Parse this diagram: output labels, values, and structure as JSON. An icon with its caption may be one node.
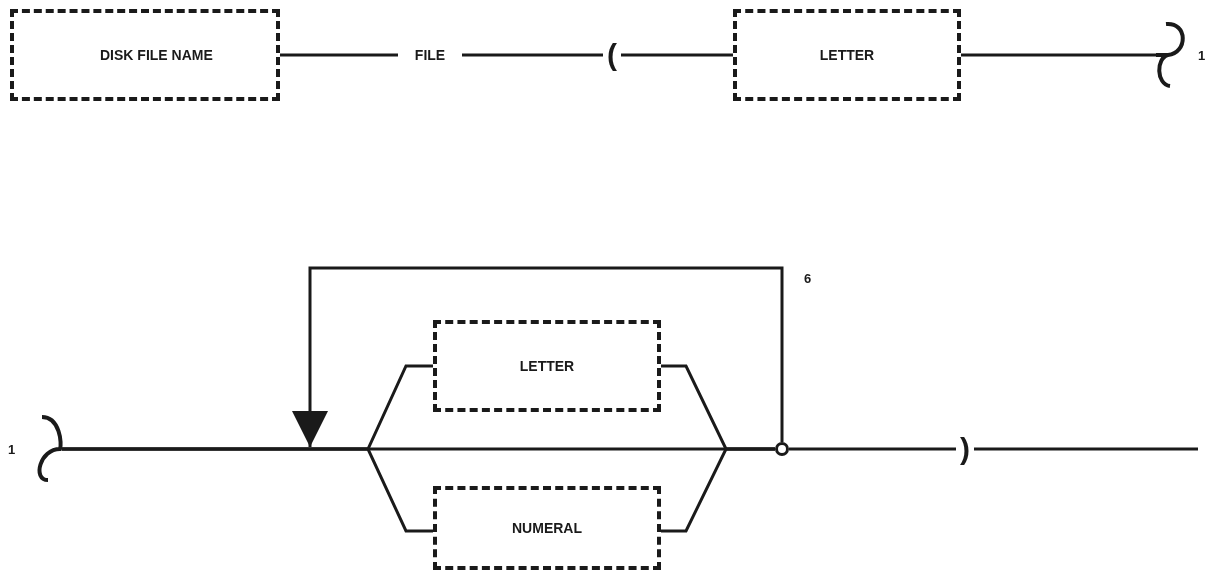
{
  "diagram": {
    "nodes": [
      {
        "text": [
          "DISK FILE NAME"
        ]
      },
      {
        "text": [
          "FILE"
        ]
      },
      {
        "text": [
          "("
        ]
      },
      {
        "text": [
          "LETTER"
        ]
      },
      {
        "text": [
          "1"
        ]
      },
      {
        "text": [
          "1"
        ]
      },
      {
        "text": [
          "LETTER"
        ]
      },
      {
        "text": [
          "NUMERAL"
        ]
      },
      {
        "text": [],
        "shape": "circle"
      },
      {
        "text": [
          ")"
        ]
      }
    ],
    "edges": [
      {
        "from": 0,
        "to": 1,
        "arrow": "none"
      },
      {
        "from": 1,
        "to": 2,
        "arrow": "none"
      },
      {
        "from": 2,
        "to": 3,
        "arrow": "none"
      },
      {
        "from": 3,
        "to": 4,
        "arrow": "none"
      },
      {
        "from": 5,
        "to": 6,
        "arrow": "none"
      },
      {
        "from": 5,
        "to": 7,
        "arrow": "none"
      },
      {
        "from": 5,
        "to": 8,
        "arrow": "none"
      },
      {
        "from": 6,
        "to": 8,
        "arrow": "none"
      },
      {
        "from": 7,
        "to": 8,
        "arrow": "none"
      },
      {
        "from": 8,
        "to": null,
        "arrow": "to"
      },
      {
        "from": 8,
        "to": 9,
        "arrow": "none"
      },
      {
        "from": 9,
        "to": null,
        "arrow": "none"
      }
    ],
    "labels": [
      "6"
    ]
  }
}
